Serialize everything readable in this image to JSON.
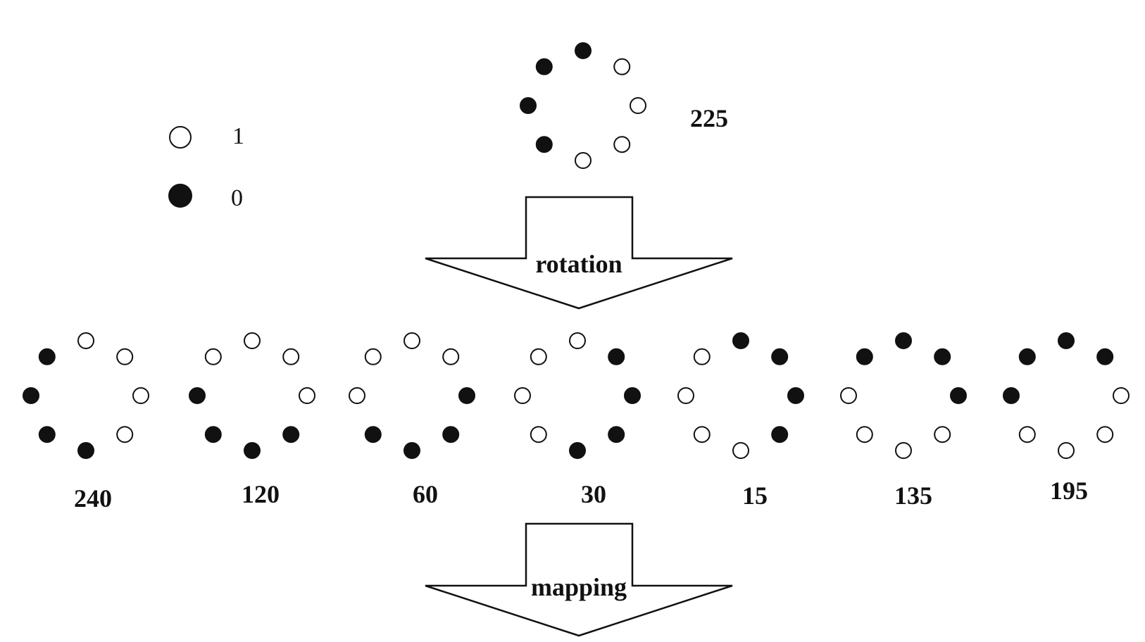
{
  "legend": [
    {
      "bit": 1,
      "symbol": "open-circle",
      "label": "1"
    },
    {
      "bit": 0,
      "symbol": "filled-circle",
      "label": "0"
    }
  ],
  "source_pattern": {
    "value_label": "225",
    "bits": [
      1,
      1,
      0,
      0,
      0,
      0,
      1,
      1
    ]
  },
  "steps": {
    "rotation": "rotation",
    "mapping": "mapping"
  },
  "rotated_patterns": [
    {
      "value_label": "240",
      "bits": [
        1,
        1,
        1,
        0,
        0,
        0,
        0,
        1
      ]
    },
    {
      "value_label": "120",
      "bits": [
        1,
        1,
        1,
        1,
        0,
        0,
        0,
        0
      ]
    },
    {
      "value_label": "60",
      "bits": [
        0,
        1,
        1,
        1,
        1,
        0,
        0,
        0
      ]
    },
    {
      "value_label": "30",
      "bits": [
        0,
        0,
        1,
        1,
        1,
        1,
        0,
        0
      ]
    },
    {
      "value_label": "15",
      "bits": [
        0,
        0,
        0,
        1,
        1,
        1,
        1,
        0
      ]
    },
    {
      "value_label": "135",
      "bits": [
        0,
        0,
        0,
        0,
        1,
        1,
        1,
        1
      ]
    },
    {
      "value_label": "195",
      "bits": [
        1,
        0,
        0,
        0,
        0,
        1,
        1,
        1
      ]
    }
  ],
  "colors": {
    "ink": "#111111",
    "open_fill": "#ffffff"
  }
}
